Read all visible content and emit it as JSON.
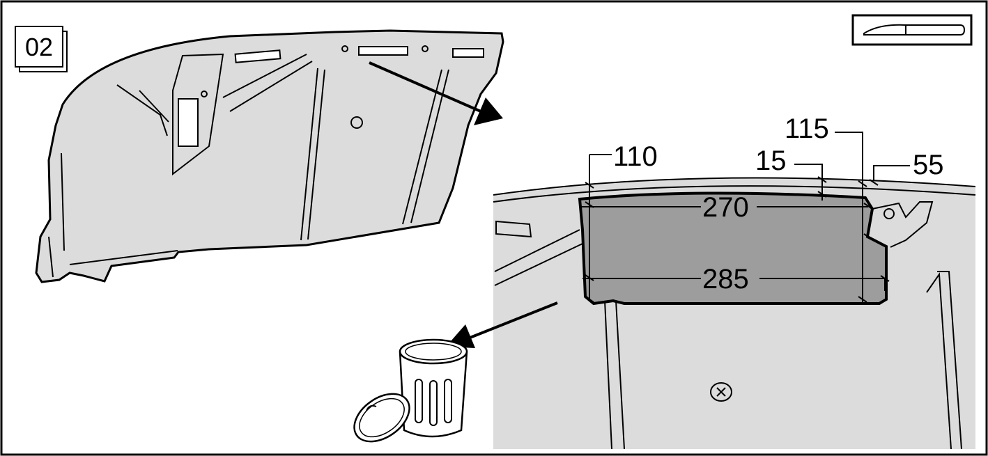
{
  "step_number": "02",
  "tool_icon": "knife-icon",
  "dimensions": {
    "d110": "110",
    "d115": "115",
    "d15": "15",
    "d55": "55",
    "d270": "270",
    "d285": "285"
  },
  "colors": {
    "panel_fill": "#dcdcdc",
    "cutout_fill": "#9d9d9d",
    "outline": "#000000"
  }
}
